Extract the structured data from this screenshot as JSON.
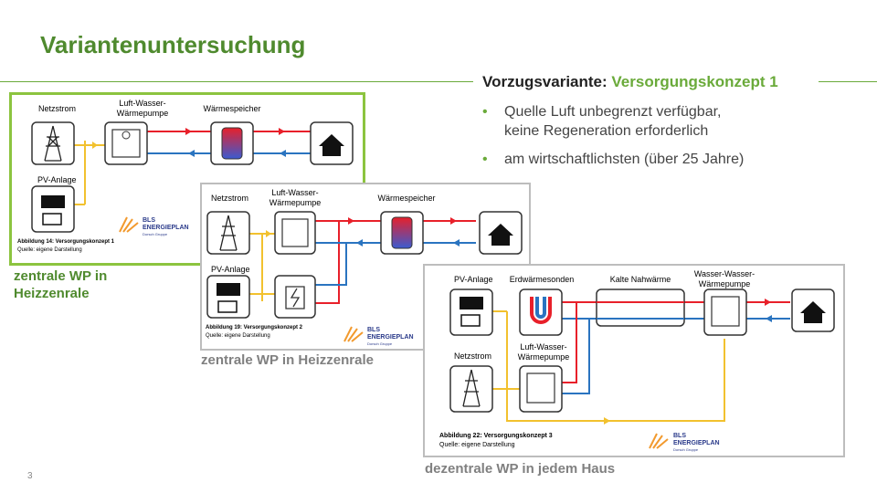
{
  "title": "Variantenuntersuchung",
  "preferred": {
    "label": "Vorzugsvariante:",
    "value": "Versorgungskonzept 1"
  },
  "bullets": [
    {
      "line1": "Quelle Luft unbegrenzt verfügbar,",
      "line2": "keine Regeneration erforderlich"
    },
    {
      "line1": "am wirtschaftlichsten (über 25 Jahre)",
      "line2": ""
    }
  ],
  "colors": {
    "accent": "#6aaa3a",
    "title": "#4f8a2e",
    "supply": "#e8202a",
    "return": "#2a74c0",
    "power": "#f2c12e",
    "caption_gray": "#808080"
  },
  "logo": {
    "line1": "BLS",
    "line2": "ENERGIEPLAN",
    "line3": "Dorsch Gruppe"
  },
  "diagrams": [
    {
      "caption_line1": "zentrale WP in",
      "caption_line2": "Heizzenrale",
      "labels": {
        "grid": "Netzstrom",
        "heatpump_l1": "Luft-Wasser-",
        "heatpump_l2": "Wärmepumpe",
        "storage": "Wärmespeicher",
        "pv": "PV-Anlage"
      },
      "figure_caption": "Abbildung 14: Versorgungskonzept 1",
      "figure_source": "Quelle: eigene Darstellung"
    },
    {
      "caption_line1": "zentrale WP in Heizzenrale",
      "labels": {
        "grid": "Netzstrom",
        "heatpump_l1": "Luft-Wasser-",
        "heatpump_l2": "Wärmepumpe",
        "storage": "Wärmespeicher",
        "pv": "PV-Anlage"
      },
      "figure_caption": "Abbildung 19: Versorgungskonzept 2",
      "figure_source": "Quelle: eigene Darstellung"
    },
    {
      "caption_line1": "dezentrale WP in jedem Haus",
      "labels": {
        "pv": "PV-Anlage",
        "probes": "Erdwärmesonden",
        "network": "Kalte Nahwärme",
        "wwhp_l1": "Wasser-Wasser-",
        "wwhp_l2": "Wärmepumpe",
        "grid": "Netzstrom",
        "lwhp_l1": "Luft-Wasser-",
        "lwhp_l2": "Wärmepumpe"
      },
      "figure_caption": "Abbildung 22: Versorgungskonzept 3",
      "figure_source": "Quelle: eigene Darstellung"
    }
  ],
  "page_number": "3"
}
